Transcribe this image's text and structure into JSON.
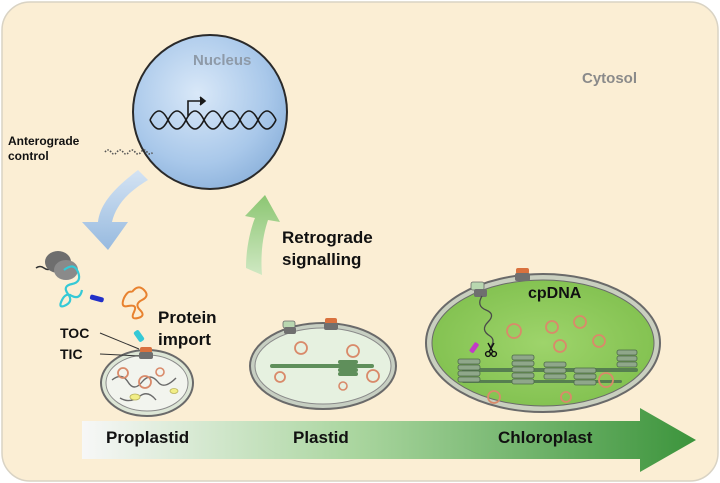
{
  "labels": {
    "cytosol": "Cytosol",
    "nucleus": "Nucleus",
    "anterograde_line1": "Anterograde",
    "anterograde_line2": "control",
    "retrograde_line1": "Retrograde",
    "retrograde_line2": "signalling",
    "protein_line1": "Protein",
    "protein_line2": "import",
    "toc": "TOC",
    "tic": "TIC",
    "cpdna": "cpDNA"
  },
  "stages": [
    "Proplastid",
    "Plastid",
    "Chloroplast"
  ],
  "colors": {
    "cytosol": "#fbeed4",
    "nucleus": "#a9c8ea",
    "arrow_start": "#f5f5f5",
    "arrow_end": "#3c943c",
    "chloroplast": "#8dcc5a",
    "plastid": "#e6f1e0",
    "retro_arrow": "#a5d48c",
    "antero_arrow": "#a7c5e6",
    "ring": "#d98a6a",
    "transporter": "#707070",
    "toc": "#d9713e"
  }
}
